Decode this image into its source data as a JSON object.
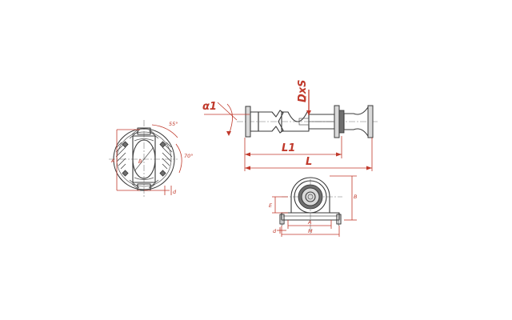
{
  "labels": {
    "alpha1": "α1",
    "dxs": "DxS",
    "l1": "L1",
    "l": "L",
    "a_left": "A",
    "b_circle": "B",
    "angle_55": "55°",
    "angle_70": "70°",
    "d_small": "d",
    "b_right": "B",
    "e_side": "E",
    "a_base": "A",
    "m_base": "M",
    "d_base": "d"
  },
  "colors": {
    "dimension": "#c0392b",
    "ink": "#3a3a3a"
  }
}
